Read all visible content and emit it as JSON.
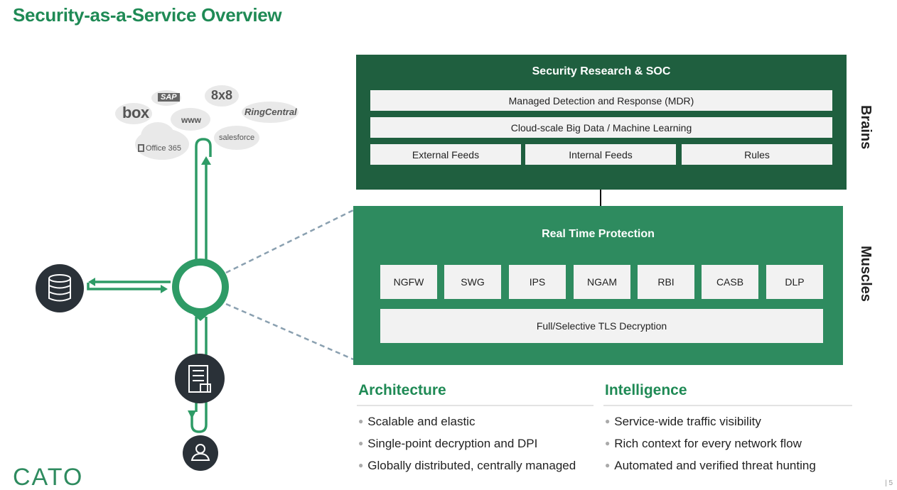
{
  "title": "Security-as-a-Service Overview",
  "brains": {
    "title": "Security Research & SOC",
    "mdr": "Managed Detection and Response (MDR)",
    "bigdata": "Cloud-scale Big Data / Machine Learning",
    "feeds": [
      "External Feeds",
      "Internal Feeds",
      "Rules"
    ],
    "side_label": "Brains"
  },
  "muscles": {
    "title": "Real Time Protection",
    "engines": [
      "NGFW",
      "SWG",
      "IPS",
      "NGAM",
      "RBI",
      "CASB",
      "DLP"
    ],
    "tls": "Full/Selective TLS Decryption",
    "side_label": "Muscles"
  },
  "architecture": {
    "heading": "Architecture",
    "bullets": [
      "Scalable and elastic",
      "Single-point decryption and DPI",
      "Globally distributed, centrally managed"
    ]
  },
  "intelligence": {
    "heading": "Intelligence",
    "bullets": [
      "Service-wide traffic visibility",
      "Rich context for every network flow",
      "Automated and verified threat hunting"
    ]
  },
  "cloud_apps": [
    "box",
    "SAP",
    "www",
    "8x8",
    "RingCentral",
    "salesforce",
    "Office 365"
  ],
  "logo": "CATO",
  "page_number": "| 5",
  "colors": {
    "brand_green": "#1f8a55",
    "dark_green": "#1f5f3f",
    "mid_green": "#2e8b5f",
    "icon_dark": "#2a3138"
  },
  "icons": [
    "database-icon",
    "building-icon",
    "user-icon",
    "cloud-icon"
  ]
}
